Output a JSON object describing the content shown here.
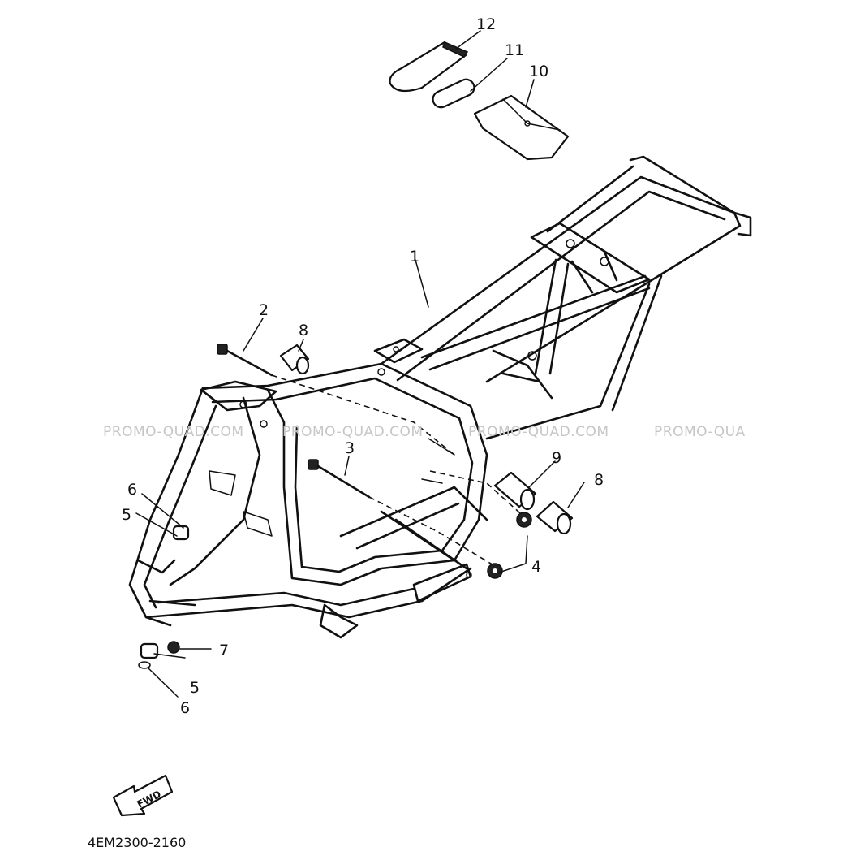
{
  "diagram": {
    "callouts": {
      "c1": "1",
      "c2": "2",
      "c3": "3",
      "c4": "4",
      "c5a": "5",
      "c5b": "5",
      "c6a": "6",
      "c6b": "6",
      "c7": "7",
      "c8a": "8",
      "c8b": "8",
      "c9": "9",
      "c10": "10",
      "c11": "11",
      "c12": "12"
    },
    "watermark": "PROMO-QUAD.COM",
    "watermark_cut": "PROMO-QUA",
    "fwd_label": "FWD",
    "diagram_code": "4EM2300-2160"
  }
}
